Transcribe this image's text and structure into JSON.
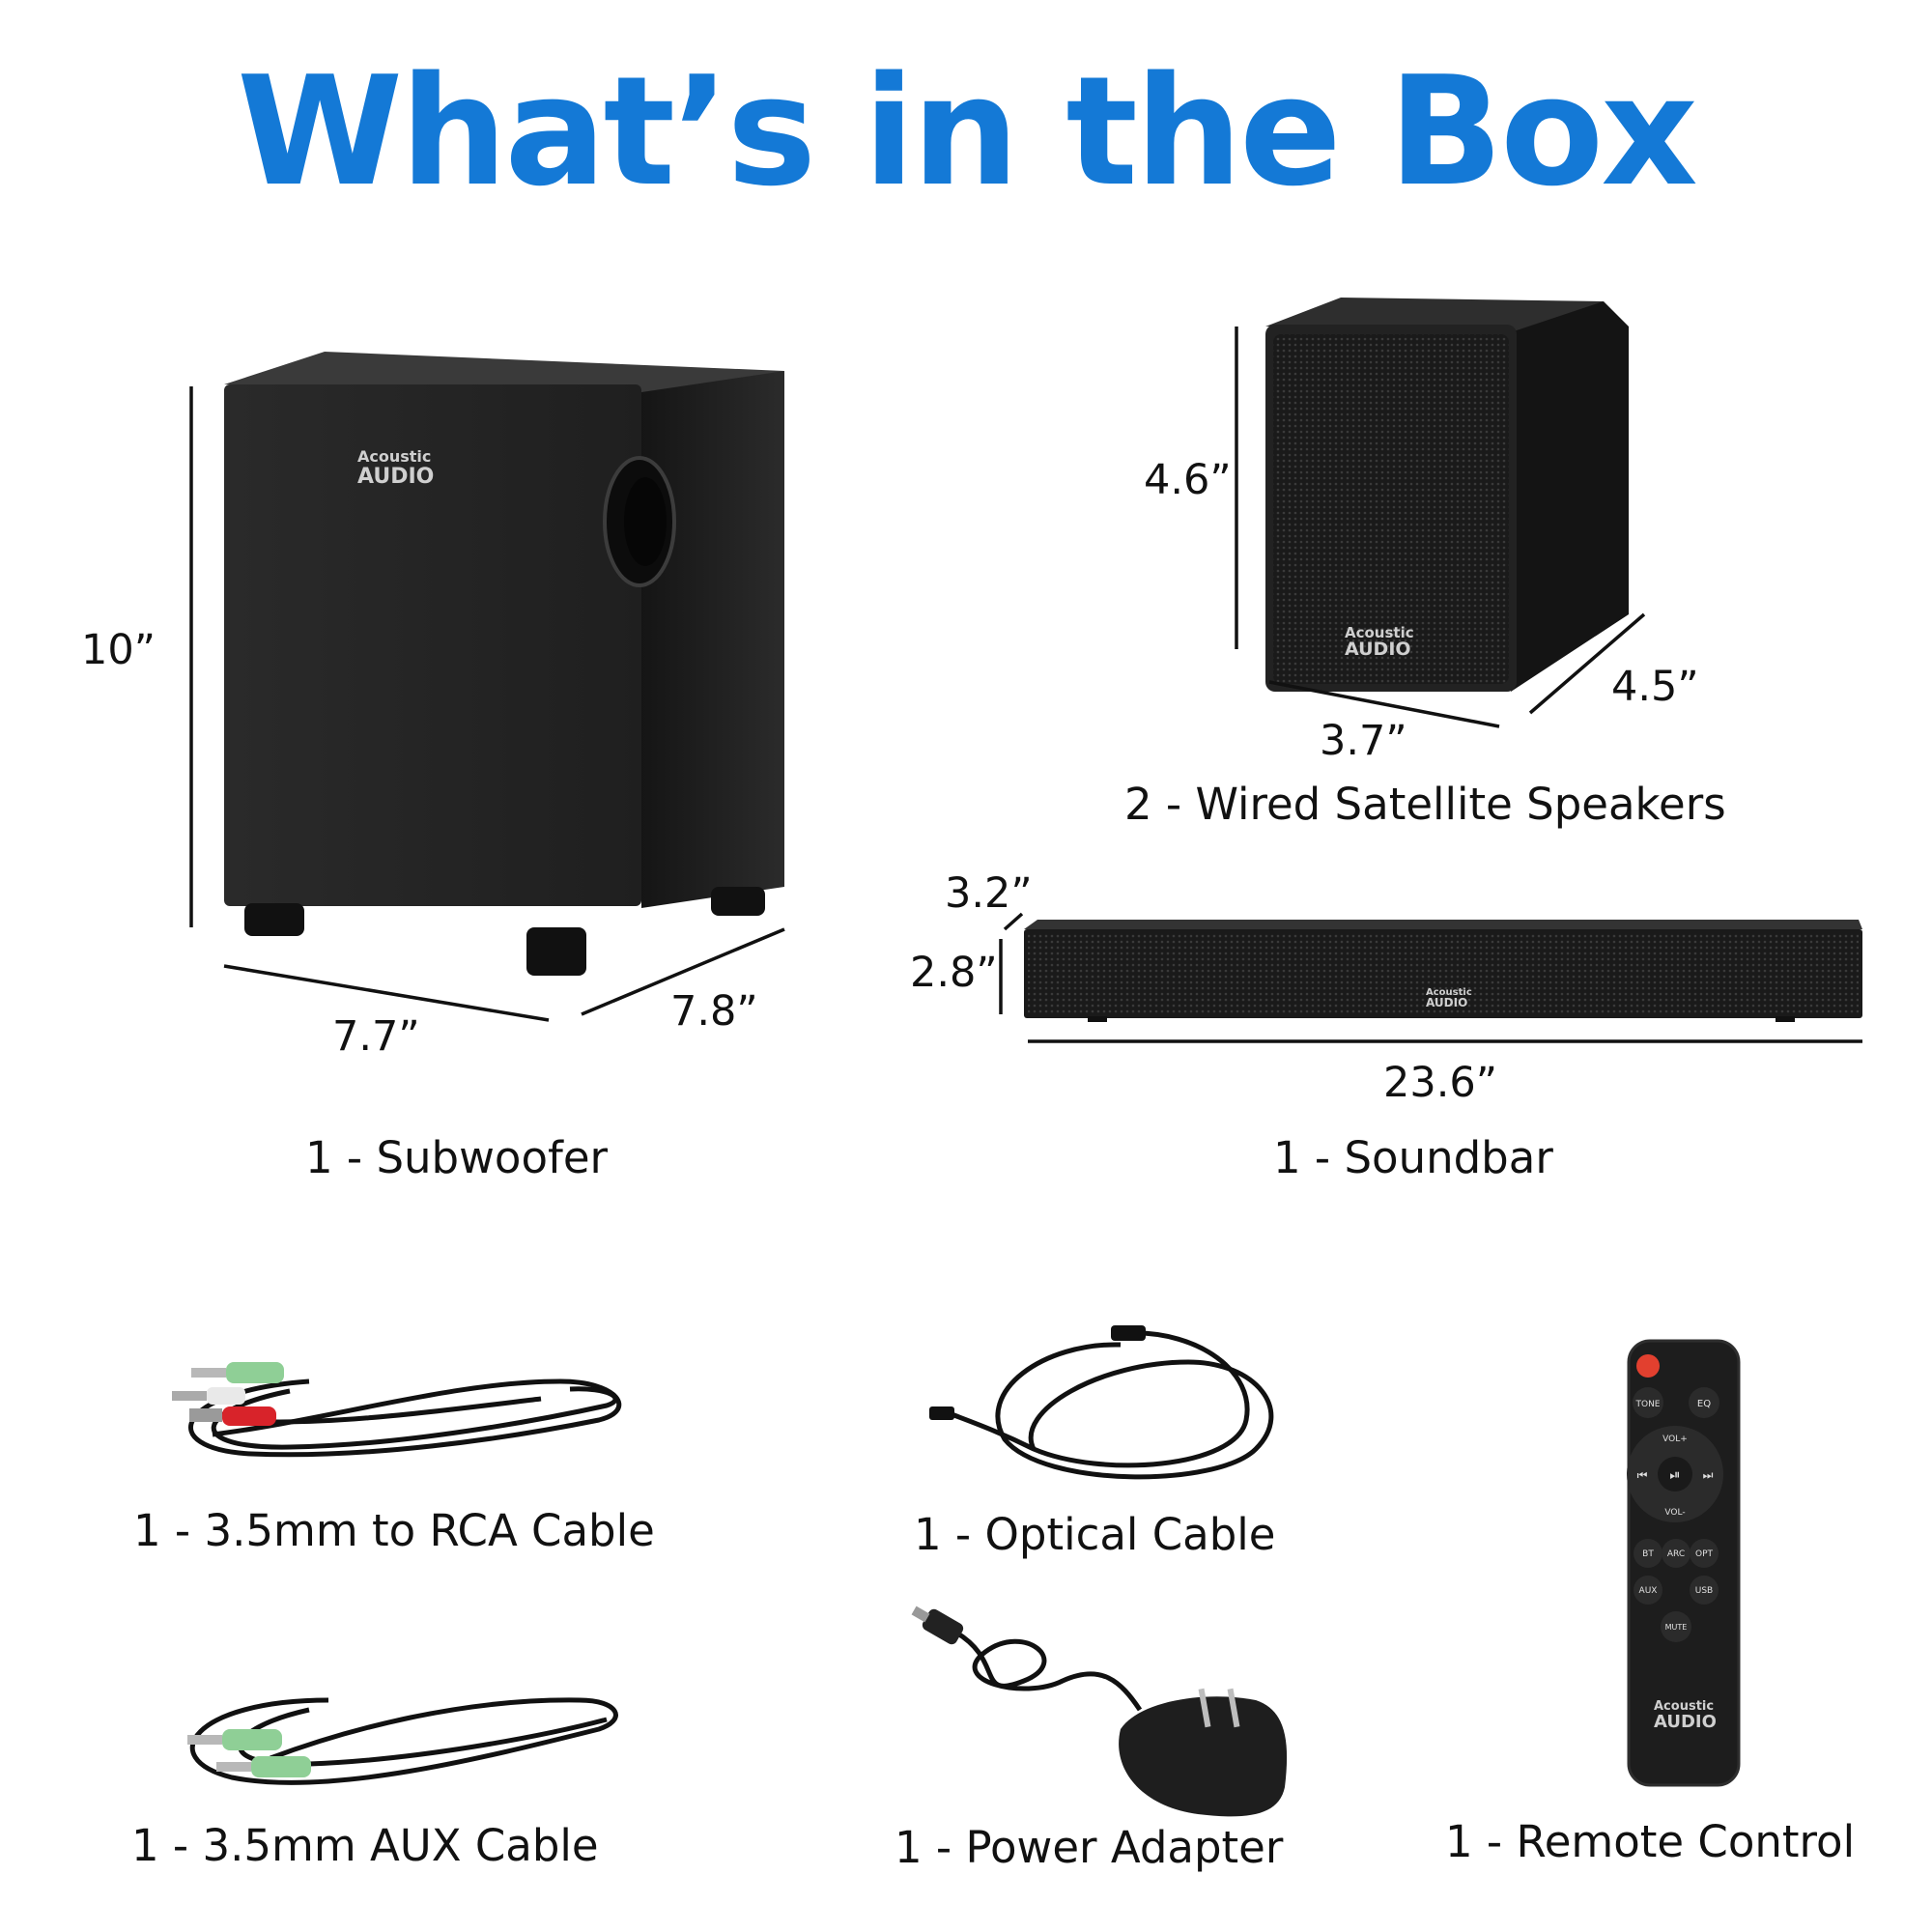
{
  "title": "What’s in the Box",
  "colors": {
    "accent": "#1479d6",
    "product": "#1c1c1c",
    "rca_red": "#d8232a",
    "rca_green": "#7fc98a"
  },
  "products": {
    "subwoofer": {
      "label": "1 - Subwoofer",
      "brand_line1": "Acoustic",
      "brand_line2": "AUDIO",
      "dims": {
        "height": "10”",
        "width": "7.7”",
        "depth": "7.8”"
      }
    },
    "satellite": {
      "label": "2 - Wired Satellite Speakers",
      "brand_line1": "Acoustic",
      "brand_line2": "AUDIO",
      "dims": {
        "height": "4.6”",
        "width": "3.7”",
        "depth": "4.5”"
      }
    },
    "soundbar": {
      "label": "1 - Soundbar",
      "brand_line1": "Acoustic",
      "brand_line2": "AUDIO",
      "dims": {
        "depth": "3.2”",
        "height": "2.8”",
        "width": "23.6”"
      }
    }
  },
  "accessories": {
    "rca_cable": {
      "label": "1 - 3.5mm to RCA Cable"
    },
    "optical_cable": {
      "label": "1 - Optical Cable"
    },
    "aux_cable": {
      "label": "1 - 3.5mm AUX Cable"
    },
    "power_adapter": {
      "label": "1 - Power Adapter"
    },
    "remote": {
      "label": "1 - Remote Control",
      "brand_line1": "Acoustic",
      "brand_line2": "AUDIO",
      "buttons": {
        "tone": "TONE",
        "eq": "EQ",
        "vol_up": "VOL+",
        "vol_down": "VOL-",
        "prev": "⏮",
        "play_pause": "⏯",
        "next": "⏭",
        "bt": "BT",
        "arc": "ARC",
        "opt": "OPT",
        "aux": "AUX",
        "usb": "USB",
        "mute": "MUTE"
      }
    }
  }
}
